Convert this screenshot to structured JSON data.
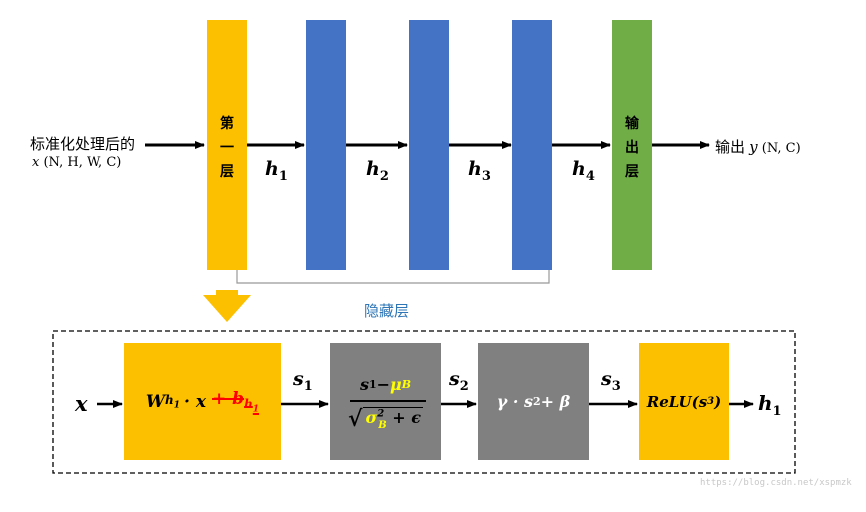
{
  "top": {
    "input_label_line1": "标准化处理后的",
    "input_var": "x",
    "input_shape": "(N, H, W, C)",
    "first_layer_label": "第\n一\n层",
    "output_layer_label": "输\n出\n层",
    "output_label": "输出",
    "output_var": "y",
    "output_shape": "(N, C)",
    "h_labels": [
      "h",
      "h",
      "h",
      "h"
    ],
    "h_subs": [
      "1",
      "2",
      "3",
      "4"
    ],
    "hidden_label": "隐藏层"
  },
  "bottom": {
    "x_label": "x",
    "s_labels": [
      "s",
      "s",
      "s"
    ],
    "s_subs": [
      "1",
      "2",
      "3"
    ],
    "box1_formula": "W",
    "box1_sub": "h",
    "box1_subsub": "1",
    "box1_mid": "· x",
    "box1_strike": "+ b",
    "box1_strike_sub": "h",
    "box1_strike_subsub": "1",
    "box2_numer_s": "s",
    "box2_numer_sub": "1",
    "box2_numer_minus": " − ",
    "box2_numer_mu": "μ",
    "box2_numer_mu_sub": "B",
    "box2_denom_sigma": "σ",
    "box2_denom_sup": "2",
    "box2_denom_sub": "B",
    "box2_denom_eps": " + ϵ",
    "box3_formula": "γ · s",
    "box3_sub": "2",
    "box3_tail": " + β",
    "box4_formula": "ReLU(s",
    "box4_sub": "3",
    "box4_close": ")",
    "out_label": "h",
    "out_sub": "1"
  },
  "watermark": "https://blog.csdn.net/xspmzk",
  "colors": {
    "yellow": "#fcc000",
    "blue": "#4472c4",
    "green": "#70ad47",
    "gray": "#808080",
    "red": "#ff0000",
    "highlight": "#ffff00",
    "hidden_text": "#2e75b6"
  }
}
